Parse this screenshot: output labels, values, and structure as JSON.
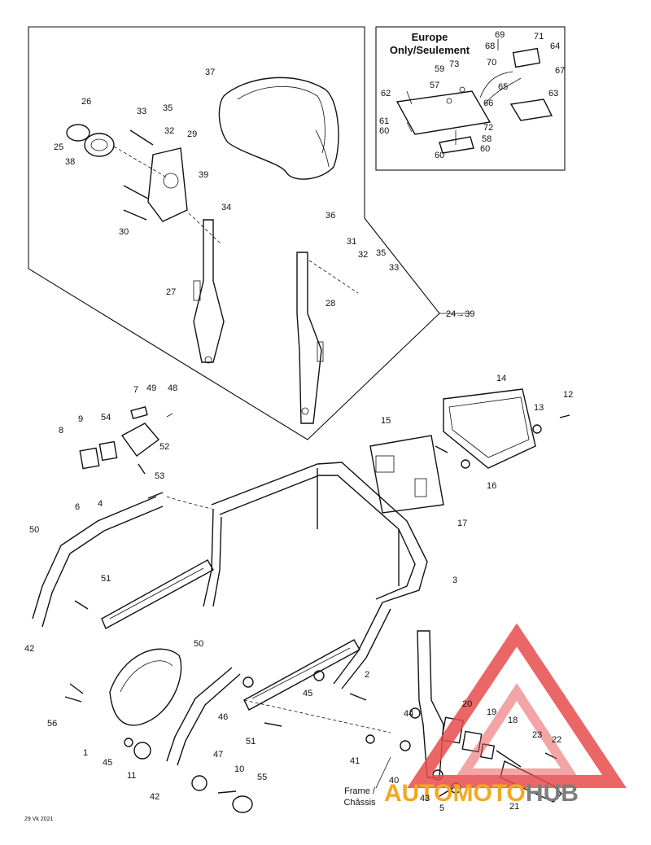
{
  "region_note": {
    "title_line1": "Europe",
    "title_line2": "Only/Seulement"
  },
  "assembly_range": "24→39",
  "frame_label_line1": "Frame /",
  "frame_label_line2": "Châssis",
  "figure_code": "29 Vk 2021",
  "watermark": {
    "part1": "AUTO",
    "part2": "MOTO",
    "part3": "HUB",
    "color_red": "#e84c4c",
    "color_orange": "#f5a623",
    "color_gray": "#7d7d7d"
  },
  "callouts": [
    "1",
    "2",
    "3",
    "4",
    "5",
    "6",
    "7",
    "8",
    "9",
    "10",
    "11",
    "12",
    "13",
    "14",
    "15",
    "16",
    "17",
    "18",
    "19",
    "20",
    "21",
    "22",
    "23",
    "25",
    "26",
    "27",
    "28",
    "29",
    "30",
    "31",
    "32",
    "33",
    "34",
    "35",
    "36",
    "37",
    "38",
    "39",
    "40",
    "41",
    "42",
    "43",
    "44",
    "45",
    "46",
    "47",
    "48",
    "49",
    "50",
    "51",
    "52",
    "53",
    "54",
    "55",
    "56",
    "57",
    "58",
    "59",
    "60",
    "61",
    "62",
    "63",
    "64",
    "65",
    "66",
    "67",
    "68",
    "69",
    "70",
    "71",
    "72",
    "73"
  ]
}
